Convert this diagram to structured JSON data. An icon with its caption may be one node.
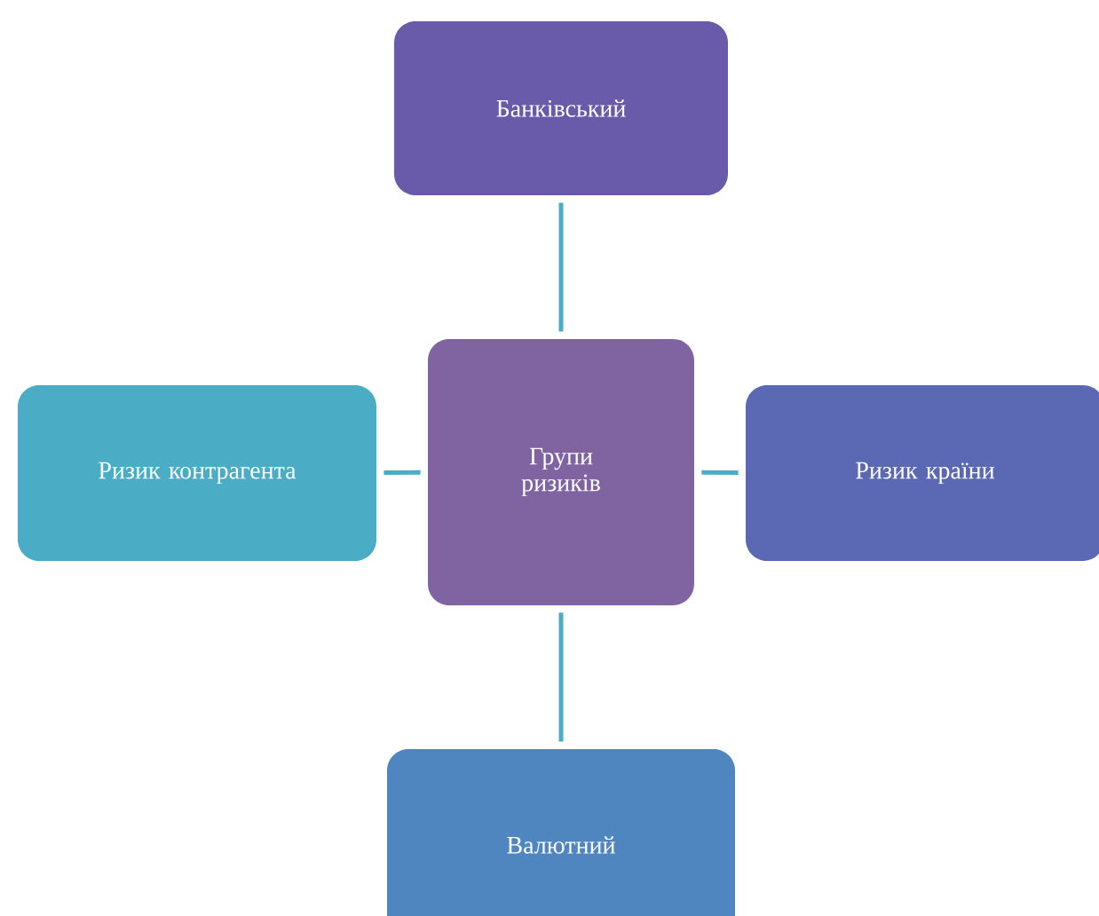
{
  "diagram": {
    "nodes": [
      {
        "text": [
          "Групи ризиків"
        ]
      },
      {
        "text": [
          "Банківський"
        ]
      },
      {
        "text": [
          "Ризик контрагента"
        ]
      },
      {
        "text": [
          "Ризик країни"
        ]
      },
      {
        "text": [
          "Валютний"
        ]
      }
    ],
    "edges": [
      {
        "from": 0,
        "to": 1,
        "arrow": "none"
      },
      {
        "from": 0,
        "to": 2,
        "arrow": "none"
      },
      {
        "from": 0,
        "to": 3,
        "arrow": "none"
      },
      {
        "from": 0,
        "to": 4,
        "arrow": "none"
      }
    ]
  }
}
